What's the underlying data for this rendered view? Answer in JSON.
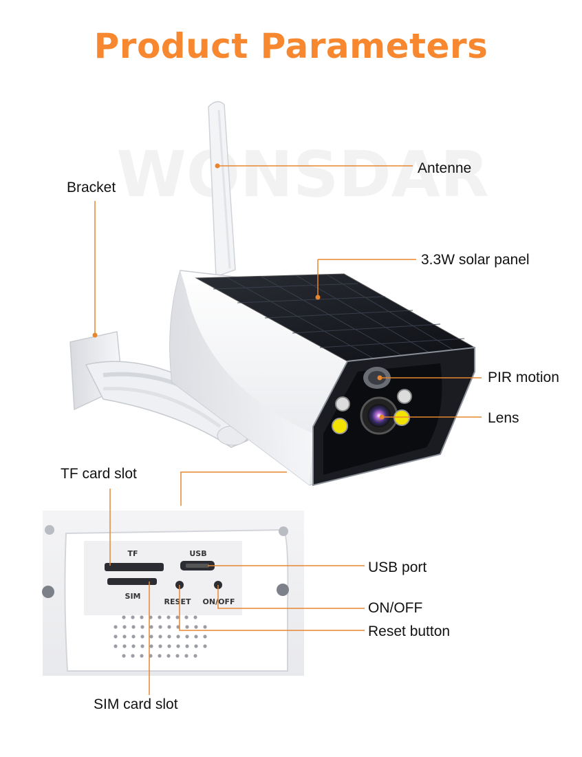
{
  "title": "Product Parameters",
  "watermark": "WONSDAR",
  "labels": {
    "antenne": "Antenne",
    "bracket": "Bracket",
    "solar_panel": "3.3W solar panel",
    "pir_motion": "PIR motion",
    "lens": "Lens",
    "tf_card_slot": "TF card slot",
    "usb_port": "USB port",
    "on_off": "ON/OFF",
    "reset_button": "Reset button",
    "sim_card_slot": "SIM card slot"
  },
  "panel_markings": {
    "tf": "TF",
    "usb": "USB",
    "sim": "SIM",
    "reset": "RESET",
    "on_off": "ON/OFF"
  },
  "colors": {
    "accent": "#f7882f",
    "leader_line": "#e8862f",
    "text": "#111111"
  }
}
